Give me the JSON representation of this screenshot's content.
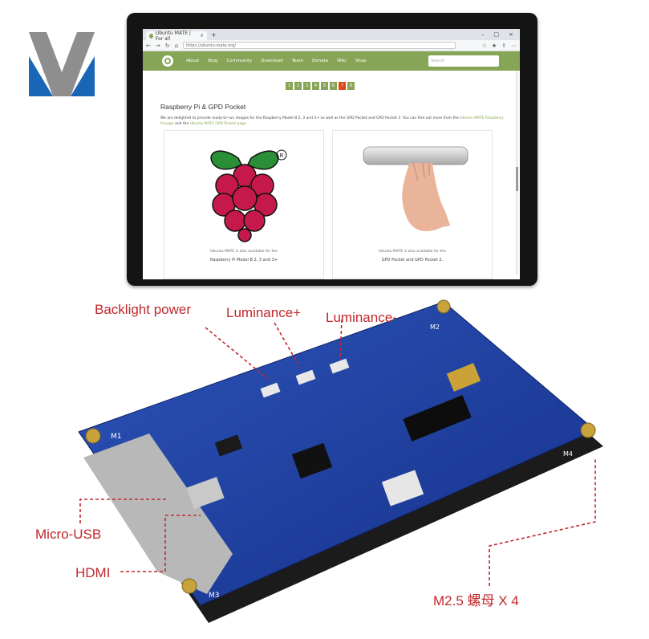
{
  "browser": {
    "tab_title": "Ubuntu MATE | For all",
    "tab_close": "×",
    "new_tab": "+",
    "window_controls": [
      "–",
      "□",
      "×"
    ],
    "url": "https://ubuntu-mate.org/",
    "nav_buttons": [
      "←",
      "→",
      "↻",
      "⌂"
    ]
  },
  "site": {
    "nav_items": [
      "About",
      "Blog",
      "Community",
      "Download",
      "Team",
      "Donate",
      "Wiki",
      "Shop"
    ],
    "search_placeholder": "Search",
    "pager": [
      "1",
      "2",
      "3",
      "4",
      "5",
      "6",
      "7",
      "8"
    ],
    "pager_active_index": 6,
    "section_title": "Raspberry Pi & GPD Pocket",
    "section_text_main": "We are delighted to provide ready-to-run images for the Raspberry Model B 2, 3 and 3+ as well as the GPD Pocket and GPD Pocket 2. You can find out more from the ",
    "section_link_1": "Ubuntu MATE Raspberry Pi page",
    "section_text_and": " and the ",
    "section_link_2": "Ubuntu MATE GPD Pocket page.",
    "cards": [
      {
        "caption_line1": "Ubuntu MATE is also available for the",
        "caption_line2": "Raspberry Pi Model B 2, 3 and 3+"
      },
      {
        "caption_line1": "Ubuntu MATE is also available for the",
        "caption_line2": "GPD Pocket and GPD Pocket 2."
      }
    ]
  },
  "callouts": {
    "backlight_power": "Backlight power",
    "luminance_plus": "Luminance+",
    "luminance_minus": "Luminance-",
    "micro_usb": "Micro-USB",
    "hdmi": "HDMI",
    "nuts": "M2.5 螺母 X 4"
  },
  "board_labels": {
    "m1": "M1",
    "m2": "M2",
    "m3": "M3",
    "m4": "M4"
  },
  "colors": {
    "brand_green": "#87a556",
    "pager_active": "#dd4814",
    "callout_red": "#c0282d",
    "board_blue": "#1d3f9a"
  }
}
